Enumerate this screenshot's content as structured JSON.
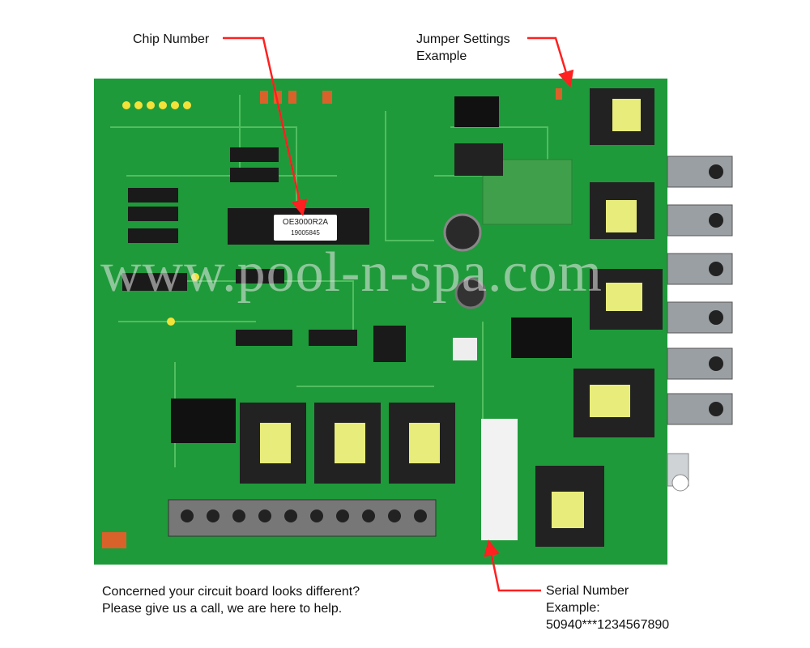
{
  "labels": {
    "chip_number": "Chip Number",
    "jumper_settings": "Jumper Settings\nExample",
    "serial_number": "Serial Number\nExample:\n50940***1234567890"
  },
  "footer": {
    "line1": "Concerned your circuit board looks different?",
    "line2": "Please give us a call, we are here to help."
  },
  "chip": {
    "model": "OE3000R2A",
    "code": "19005845"
  },
  "watermark": "www.pool-n-spa.com",
  "colors": {
    "board_green": "#1f9a3a",
    "arrow_red": "#ff2020",
    "relay_yellow": "#e8ec7a",
    "terminal_gray": "#8a8f93"
  }
}
